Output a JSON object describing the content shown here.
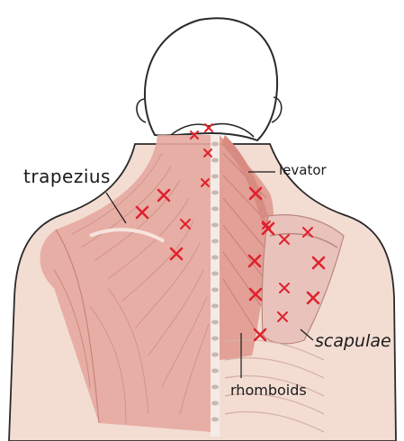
{
  "labels": {
    "trapezius": "trapezius",
    "levator": "levator",
    "scapulae": "scapulae",
    "rhomboids": "rhomboids"
  },
  "colors": {
    "trigger_point": "#e0222d",
    "muscle": "#e6a9a0",
    "skin": "#f3ddd3",
    "outline": "#2a2a2a"
  },
  "trigger_point_icon": "x-mark-icon",
  "trigger_point_count": 20
}
